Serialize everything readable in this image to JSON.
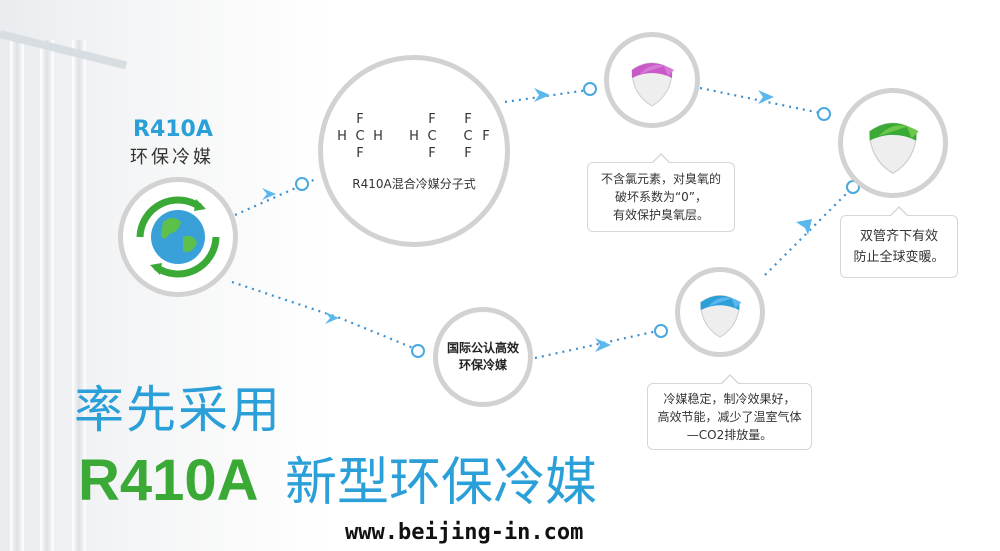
{
  "badge": {
    "title": "R410A",
    "subtitle": "环保冷媒"
  },
  "formula": {
    "rows": [
      [
        "",
        "F",
        "",
        "",
        "",
        "F",
        "",
        "F",
        ""
      ],
      [
        "H",
        "C",
        "H",
        "",
        "H",
        "C",
        "",
        "C",
        "F"
      ],
      [
        "",
        "F",
        "",
        "",
        "",
        "F",
        "",
        "F",
        ""
      ]
    ],
    "caption": "R410A混合冷媒分子式"
  },
  "center_node": {
    "line1": "国际公认高效",
    "line2": "环保冷媒"
  },
  "callouts": {
    "ozone": [
      "不含氯元素，对臭氧的",
      "破坏系数为“0”，",
      "有效保护臭氧层。"
    ],
    "warming": [
      "双管齐下有效",
      "防止全球变暖。"
    ],
    "efficiency": [
      "冷媒稳定，制冷效果好，",
      "高效节能，减少了温室气体",
      "—CO2排放量。"
    ]
  },
  "headline": {
    "line1": "率先采用",
    "logo": "R410A",
    "line2": "新型环保冷媒"
  },
  "website": "www.beijing-in.com",
  "colors": {
    "blue": "#2a9fd8",
    "green": "#3aa935",
    "pink": "#c85ac8",
    "line": "#3b8fd0"
  }
}
